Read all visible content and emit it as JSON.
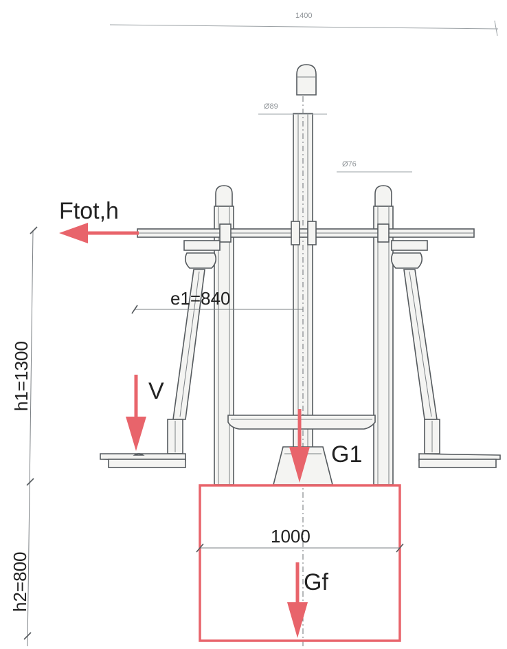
{
  "labels": {
    "force_horizontal": "Ftot,h",
    "vertical_load": "V",
    "eccentricity": "e1=840",
    "height_upper": "h1=1300",
    "height_lower": "h2=800",
    "weight_equipment": "G1",
    "weight_foundation": "Gf",
    "foundation_width": "1000"
  },
  "faint_labels": {
    "top_dimension": "1400",
    "pole_dimension": "Ø89",
    "post_dimension": "Ø76"
  },
  "colors": {
    "force_arrows": "#e8646b",
    "foundation_outline": "#e8646b",
    "drawing_ink": "#555a5e",
    "label_text": "#222222"
  }
}
